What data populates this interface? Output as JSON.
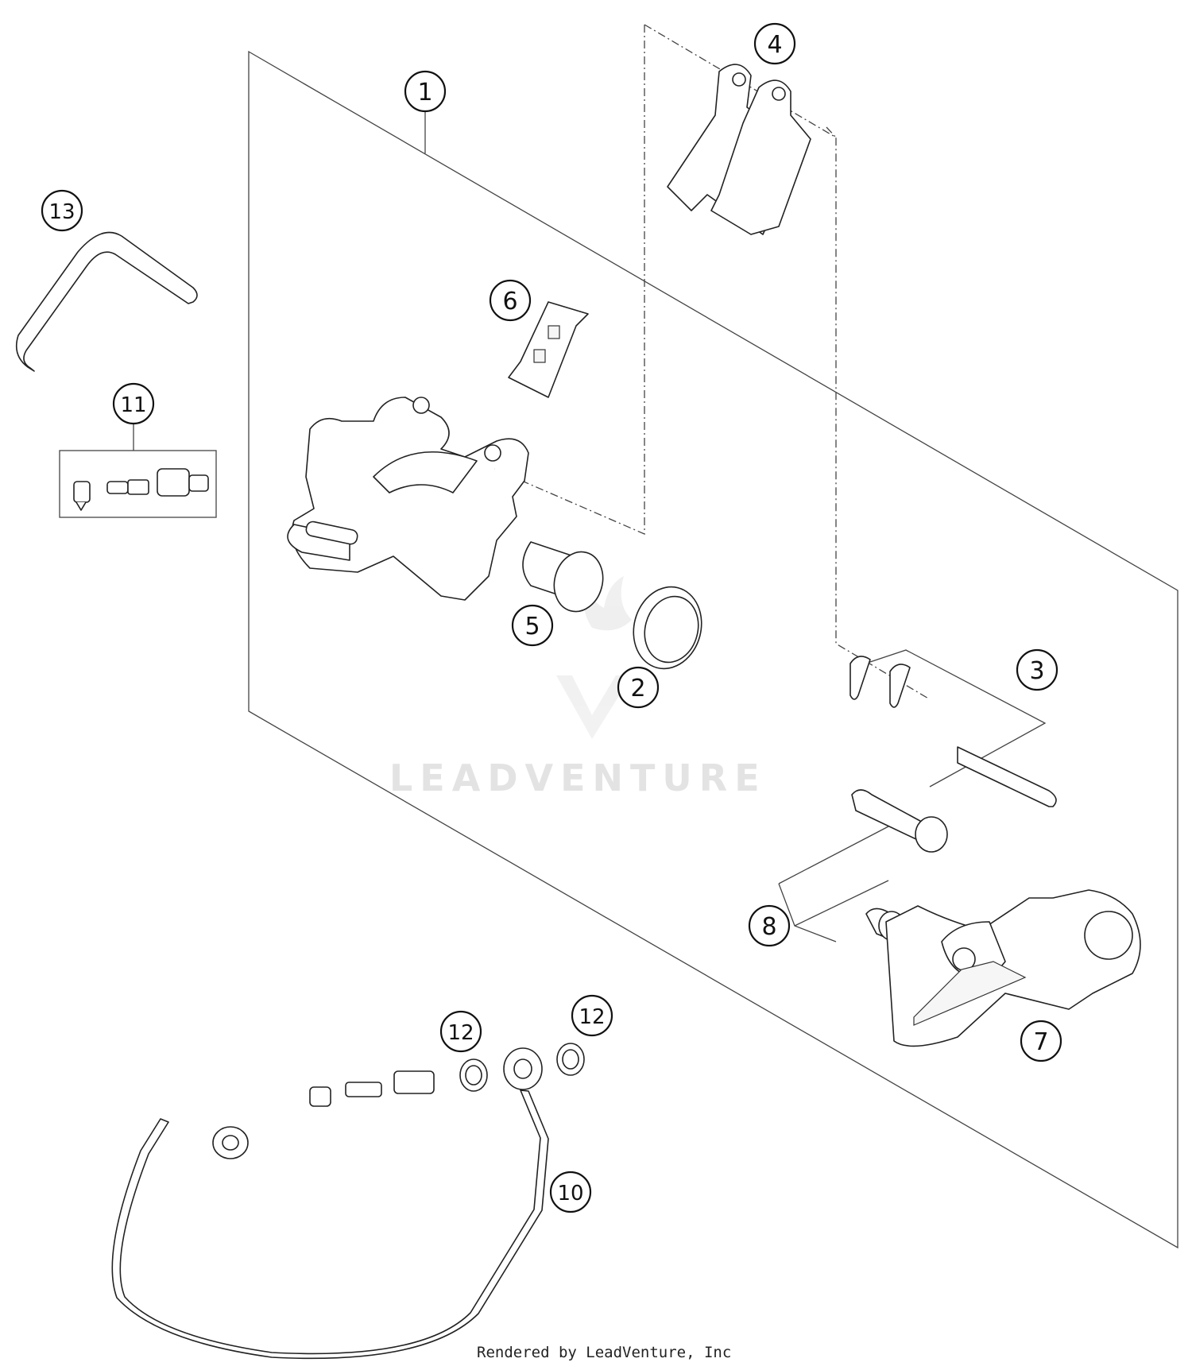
{
  "diagram": {
    "callouts": [
      "1",
      "2",
      "3",
      "4",
      "5",
      "6",
      "7",
      "8",
      "10",
      "11",
      "12",
      "12",
      "13"
    ],
    "watermark": "LEADVENTURE",
    "credit": "Rendered by LeadVenture, Inc"
  }
}
